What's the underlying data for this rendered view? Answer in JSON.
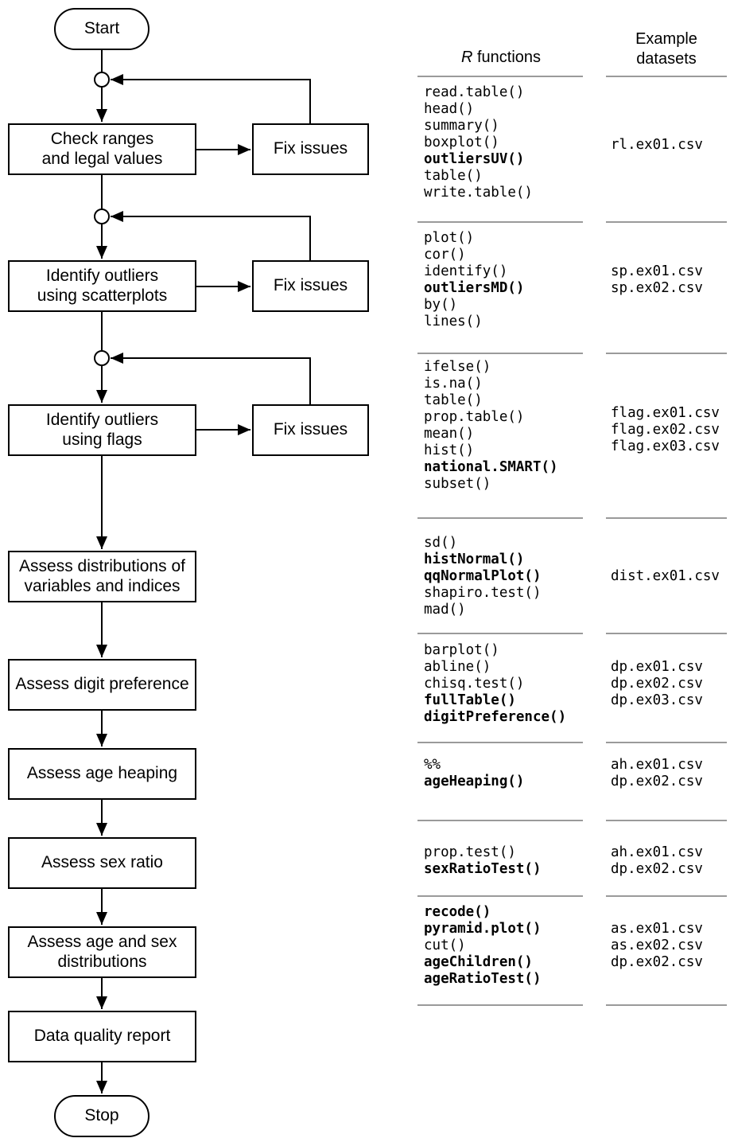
{
  "colors": {
    "line": "#000000",
    "divider": "#9a9a9a",
    "background": "#ffffff"
  },
  "flowchart": {
    "start_label": "Start",
    "stop_label": "Stop",
    "fix_issues_label": "Fix issues",
    "steps": [
      {
        "label": "Check ranges\nand legal values"
      },
      {
        "label": "Identify outliers\nusing scatterplots"
      },
      {
        "label": "Identify outliers\nusing flags"
      },
      {
        "label": "Assess distributions of\nvariables and indices"
      },
      {
        "label": "Assess digit preference"
      },
      {
        "label": "Assess age heaping"
      },
      {
        "label": "Assess sex ratio"
      },
      {
        "label": "Assess age and sex\ndistributions"
      },
      {
        "label": "Data quality report"
      }
    ]
  },
  "table": {
    "functions_header_r": "R",
    "functions_header_rest": " functions",
    "datasets_header": "Example\ndatasets",
    "groups": [
      {
        "functions": [
          {
            "name": "read.table()",
            "bold": false
          },
          {
            "name": "head()",
            "bold": false
          },
          {
            "name": "summary()",
            "bold": false
          },
          {
            "name": "boxplot()",
            "bold": false
          },
          {
            "name": "outliersUV()",
            "bold": true
          },
          {
            "name": "table()",
            "bold": false
          },
          {
            "name": "write.table()",
            "bold": false
          }
        ],
        "datasets": [
          "rl.ex01.csv"
        ]
      },
      {
        "functions": [
          {
            "name": "plot()",
            "bold": false
          },
          {
            "name": "cor()",
            "bold": false
          },
          {
            "name": "identify()",
            "bold": false
          },
          {
            "name": "outliersMD()",
            "bold": true
          },
          {
            "name": "by()",
            "bold": false
          },
          {
            "name": "lines()",
            "bold": false
          }
        ],
        "datasets": [
          "sp.ex01.csv",
          "sp.ex02.csv"
        ]
      },
      {
        "functions": [
          {
            "name": "ifelse()",
            "bold": false
          },
          {
            "name": "is.na()",
            "bold": false
          },
          {
            "name": "table()",
            "bold": false
          },
          {
            "name": "prop.table()",
            "bold": false
          },
          {
            "name": "mean()",
            "bold": false
          },
          {
            "name": "hist()",
            "bold": false
          },
          {
            "name": "national.SMART()",
            "bold": true
          },
          {
            "name": "subset()",
            "bold": false
          }
        ],
        "datasets": [
          "flag.ex01.csv",
          "flag.ex02.csv",
          "flag.ex03.csv"
        ]
      },
      {
        "functions": [
          {
            "name": "sd()",
            "bold": false
          },
          {
            "name": "histNormal()",
            "bold": true
          },
          {
            "name": "qqNormalPlot()",
            "bold": true
          },
          {
            "name": "shapiro.test()",
            "bold": false
          },
          {
            "name": "mad()",
            "bold": false
          }
        ],
        "datasets": [
          "dist.ex01.csv"
        ]
      },
      {
        "functions": [
          {
            "name": "barplot()",
            "bold": false
          },
          {
            "name": "abline()",
            "bold": false
          },
          {
            "name": "chisq.test()",
            "bold": false
          },
          {
            "name": "fullTable()",
            "bold": true
          },
          {
            "name": "digitPreference()",
            "bold": true
          }
        ],
        "datasets": [
          "dp.ex01.csv",
          "dp.ex02.csv",
          "dp.ex03.csv"
        ]
      },
      {
        "functions": [
          {
            "name": "%%",
            "bold": false
          },
          {
            "name": "ageHeaping()",
            "bold": true
          }
        ],
        "datasets": [
          "ah.ex01.csv",
          "dp.ex02.csv"
        ]
      },
      {
        "functions": [
          {
            "name": "prop.test()",
            "bold": false
          },
          {
            "name": "sexRatioTest()",
            "bold": true
          }
        ],
        "datasets": [
          "ah.ex01.csv",
          "dp.ex02.csv"
        ]
      },
      {
        "functions": [
          {
            "name": "recode()",
            "bold": true
          },
          {
            "name": "pyramid.plot()",
            "bold": true
          },
          {
            "name": "cut()",
            "bold": false
          },
          {
            "name": "ageChildren()",
            "bold": true
          },
          {
            "name": "ageRatioTest()",
            "bold": true
          }
        ],
        "datasets": [
          "as.ex01.csv",
          "as.ex02.csv",
          "dp.ex02.csv"
        ]
      }
    ]
  }
}
